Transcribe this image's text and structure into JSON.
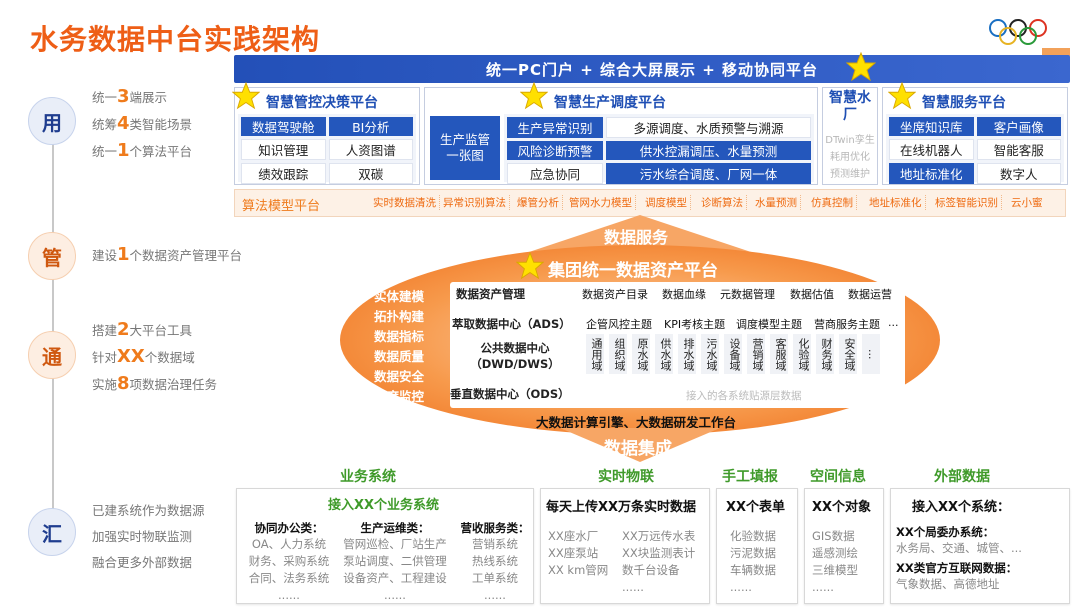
{
  "page_title": "水务数据中台实践架构",
  "stages": [
    {
      "char": "用",
      "lines": [
        {
          "pre": "统一",
          "num": "3",
          "post": "端展示"
        },
        {
          "pre": "统筹",
          "num": "4",
          "post": "类智能场景"
        },
        {
          "pre": "统一",
          "num": "1",
          "post": "个算法平台"
        }
      ]
    },
    {
      "char": "管",
      "lines": [
        {
          "pre": "建设",
          "num": "1",
          "post": "个数据资产管理平台"
        }
      ]
    },
    {
      "char": "通",
      "lines": [
        {
          "pre": "搭建",
          "num": "2",
          "post": "大平台工具"
        },
        {
          "pre": "针对",
          "num": "XX",
          "post": "个数据域"
        },
        {
          "pre": "实施",
          "num": "8",
          "post": "项数据治理任务"
        }
      ]
    },
    {
      "char": "汇",
      "lines": [
        {
          "pre": "已建系统作为数据源",
          "num": "",
          "post": ""
        },
        {
          "pre": "加强实时物联监测",
          "num": "",
          "post": ""
        },
        {
          "pre": "融合更多外部数据",
          "num": "",
          "post": ""
        }
      ]
    }
  ],
  "top_bar": "统一PC门户  +  综合大屏展示  +  移动协同平台",
  "decision": {
    "title": "智慧管控决策平台",
    "cells": [
      "数据驾驶舱",
      "BI分析",
      "知识管理",
      "人资图谱",
      "绩效跟踪",
      "双碳"
    ]
  },
  "production": {
    "title": "智慧生产调度平台",
    "left": "生产监管一张图",
    "cells": [
      "生产异常识别",
      "多源调度、水质预警与溯源",
      "风险诊断预警",
      "供水控漏调压、水量预测",
      "应急协同",
      "污水综合调度、厂网一体"
    ]
  },
  "plant": {
    "title": "智慧水厂",
    "items": [
      "DTwin孪生",
      "耗用优化",
      "预测维护"
    ]
  },
  "service_platform": {
    "title": "智慧服务平台",
    "cells": [
      "坐席知识库",
      "客户画像",
      "在线机器人",
      "智能客服",
      "地址标准化",
      "数字人"
    ]
  },
  "algo": {
    "label": "算法模型平台",
    "tags": [
      "实时数据清洗",
      "异常识别算法",
      "爆管分析",
      "管网水力模型",
      "调度模型",
      "诊断算法",
      "水量预测",
      "仿真控制",
      "地址标准化",
      "标签智能识别",
      "云小蜜"
    ]
  },
  "data_service": "数据服务",
  "asset_platform": {
    "title": "集团统一数据资产平台",
    "left": [
      "实体建模",
      "拓扑构建",
      "数据指标",
      "数据质量",
      "数据安全",
      "调度监控"
    ],
    "mgmt_label": "数据资产管理",
    "mgmt_items": [
      "数据资产目录",
      "数据血缘",
      "元数据管理",
      "数据估值",
      "数据运营"
    ],
    "ads_label": "萃取数据中心（ADS）",
    "ads_items": [
      "企管风控主题",
      "KPI考核主题",
      "调度模型主题",
      "营商服务主题",
      "..."
    ],
    "dwd_label": "公共数据中心（DWD/DWS）",
    "dwd_domains": [
      "通用域",
      "组织域",
      "原水域",
      "供水域",
      "排水域",
      "污水域",
      "设备域",
      "营销域",
      "客服域",
      "化验域",
      "财务域",
      "安全域",
      "..."
    ],
    "ods_label": "垂直数据中心（ODS）",
    "ods_note": "接入的各系统贴源层数据",
    "engine": "大数据计算引擎、大数据研发工作台"
  },
  "data_ingest": "数据集成",
  "sources": {
    "business": {
      "head": "业务系统",
      "title": "接入XX个业务系统",
      "cols": [
        {
          "h": "协同办公类：",
          "l": [
            "OA、人力系统",
            "财务、采购系统",
            "合同、法务系统",
            "......"
          ]
        },
        {
          "h": "生产运维类：",
          "l": [
            "管网巡检、厂站生产",
            "泵站调度、二供管理",
            "设备资产、工程建设",
            "......"
          ]
        },
        {
          "h": "营收服务类：",
          "l": [
            "营销系统",
            "热线系统",
            "工单系统",
            "......"
          ]
        }
      ]
    },
    "iot": {
      "head": "实时物联",
      "title": "每天上传XX万条实时数据",
      "l1": [
        "XX座水厂",
        "XX座泵站",
        "XX km管网"
      ],
      "l2": [
        "XX万远传水表",
        "XX块监测表计",
        "数千台设备"
      ],
      "more": "......"
    },
    "manual": {
      "head": "手工填报",
      "title": "XX个表单",
      "l": [
        "化验数据",
        "污泥数据",
        "车辆数据",
        "......"
      ]
    },
    "spatial": {
      "head": "空间信息",
      "title": "XX个对象",
      "l": [
        "GIS数据",
        "遥感测绘",
        "三维模型",
        "......"
      ]
    },
    "external": {
      "head": "外部数据",
      "title": "接入XX个系统：",
      "s1": "XX个局委办系统：",
      "l1": "水务局、交通、城管、...",
      "s2": "XX类官方互联网数据：",
      "l2": "气象数据、高德地址"
    }
  }
}
